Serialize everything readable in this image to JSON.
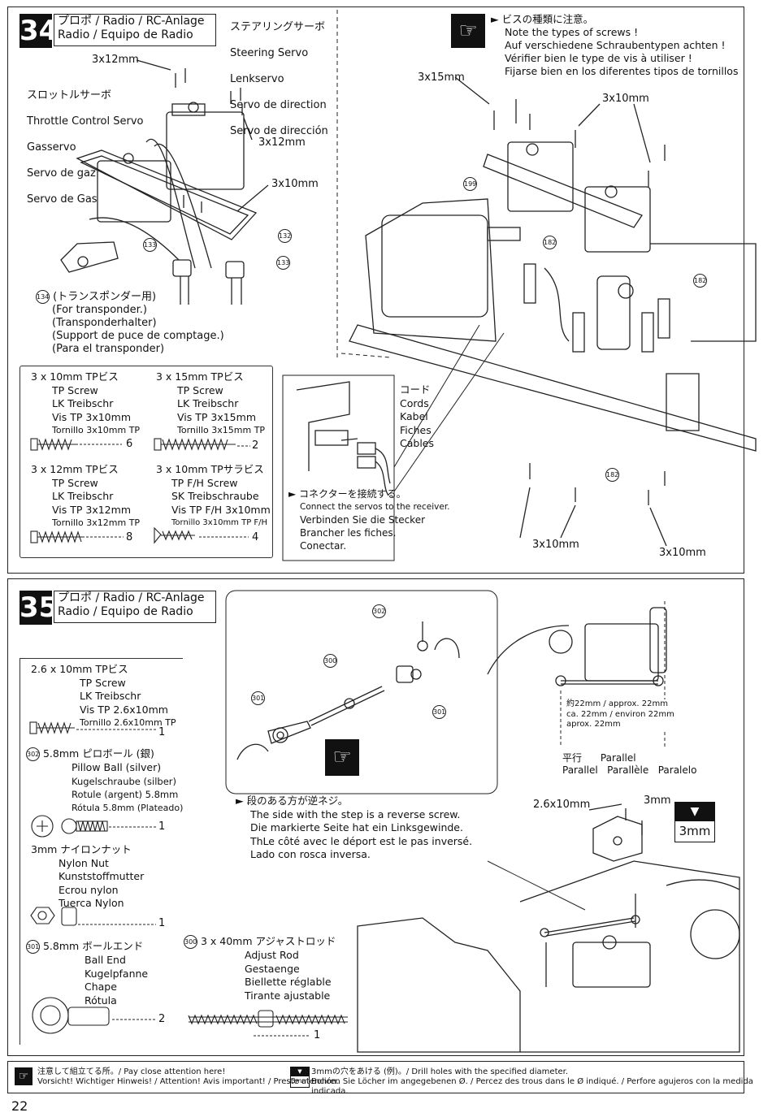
{
  "page_number": "22",
  "step34": {
    "number": "34",
    "title_line1": "プロポ / Radio / RC-Anlage",
    "title_line2": "Radio / Equipo de Radio",
    "steering_servo": [
      "ステアリングサーボ",
      "Steering Servo",
      "Lenkservo",
      "Servo de direction",
      "Servo de dirección"
    ],
    "throttle_servo": [
      "スロットルサーボ",
      "Throttle Control Servo",
      "Gasservo",
      "Servo de gaz",
      "Servo de Gas"
    ],
    "screw_3x12_a": "3x12mm",
    "screw_3x12_b": "3x12mm",
    "screw_3x10_a": "3x10mm",
    "part_132": "132",
    "part_133a": "133",
    "part_133b": "133",
    "part_134": "134",
    "transponder": [
      "(トランスポンダー用)",
      "(For transponder.)",
      "(Transponderhalter)",
      "(Support de puce de comptage.)",
      "(Para el transponder)"
    ],
    "note_caution": [
      "ビスの種類に注意。",
      "Note the types of screws !",
      "Auf verschiedene Schraubentypen achten !",
      "Vérifier bien le type de vis à utiliser !",
      "Fijarse bien en los diferentes tipos de tornillos"
    ],
    "screw_3x15": "3x15mm",
    "screw_3x10_b": "3x10mm",
    "screw_3x10_c": "3x10mm",
    "screw_3x10_d": "3x10mm",
    "part_199": "199",
    "part_182a": "182",
    "part_182b": "182",
    "part_182c": "182",
    "parts": [
      {
        "lines": [
          "3 x 10mm  TPビス",
          "TP Screw",
          "LK Treibschr",
          "Vis TP 3x10mm",
          "Tornillo 3x10mm TP"
        ],
        "qty": "6"
      },
      {
        "lines": [
          "3 x 15mm  TPビス",
          "TP Screw",
          "LK Treibschr",
          "Vis TP 3x15mm",
          "Tornillo 3x15mm TP"
        ],
        "qty": "2"
      },
      {
        "lines": [
          "3 x 12mm TPビス",
          "TP Screw",
          "LK Treibschr",
          "Vis TP 3x12mm",
          "Tornillo 3x12mm TP"
        ],
        "qty": "8"
      },
      {
        "lines": [
          "3 x 10mm  TPサラビス",
          "TP F/H Screw",
          "SK Treibschraube",
          "Vis TP F/H 3x10mm",
          "Tornillo 3x10mm TP F/H"
        ],
        "qty": "4"
      }
    ],
    "cords": [
      "コード",
      "Cords",
      "Kabel",
      "Fiches",
      "Cables"
    ],
    "connector": [
      "コネクターを接続する。",
      "Connect the servos to the receiver.",
      "Verbinden Sie die Stecker",
      "Brancher les fiches.",
      "Conectar."
    ]
  },
  "step35": {
    "number": "35",
    "title_line1": "プロポ / Radio / RC-Anlage",
    "title_line2": "Radio / Equipo de Radio",
    "part_tp26": {
      "lines": [
        "2.6 x 10mm  TPビス",
        "TP Screw",
        "LK Treibschr",
        "Vis TP 2.6x10mm",
        "Tornillo 2.6x10mm TP"
      ],
      "qty": "1"
    },
    "part_302": {
      "id": "302",
      "lines": [
        "5.8mm ピロボール (銀)",
        "Pillow Ball (silver)",
        "Kugelschraube (silber)",
        "Rotule (argent) 5.8mm",
        "Rótula 5.8mm (Plateado)"
      ],
      "qty": "1"
    },
    "part_nut": {
      "lines": [
        "3mm ナイロンナット",
        "Nylon Nut",
        "Kunststoffmutter",
        "Ecrou nylon",
        "Tuerca Nylon"
      ],
      "qty": "1"
    },
    "part_301": {
      "id": "301",
      "lines": [
        "5.8mm  ボールエンド",
        "Ball End",
        "Kugelpfanne",
        "Chape",
        "Rótula"
      ],
      "qty": "2"
    },
    "part_300": {
      "id": "300",
      "lines": [
        "3 x 40mm  アジャストロッド",
        "Adjust Rod",
        "Gestaenge",
        "Biellette réglable",
        "Tirante ajustable"
      ],
      "qty": "1"
    },
    "label_302": "302",
    "label_300": "300",
    "label_301a": "301",
    "label_301b": "301",
    "reverse_note": [
      "段のある方が逆ネジ。",
      "The side with the step is a reverse screw.",
      "Die markierte Seite hat ein Linksgewinde.",
      "ThLe côté avec le déport est le pas inversé.",
      "Lado con rosca inversa."
    ],
    "length_note": [
      "約22mm / approx. 22mm",
      "ca. 22mm / environ 22mm",
      "aprox. 22mm"
    ],
    "parallel": [
      "平行      Parallel",
      "Parallel   Parallèle   Paralelo"
    ],
    "screw_26x10": "2.6x10mm",
    "nut_3mm": "3mm",
    "drill_3mm": "3mm"
  },
  "footer": {
    "caution_jp": "注意して組立てる所。/ Pay close attention here!",
    "caution_multi": "Vorsicht!  Wichtiger Hinweis! / Attention! Avis important! / Preste atención.",
    "drill_jp": "3mmの穴をあける (例)。/ Drill holes with the specified diameter.",
    "drill_multi": "Bohren Sie Löcher im angegebenen Ø. / Percez des trous dans le Ø indiqué. / Perfore agujeros con la medida indicada.",
    "drill_icon": "3mm"
  }
}
